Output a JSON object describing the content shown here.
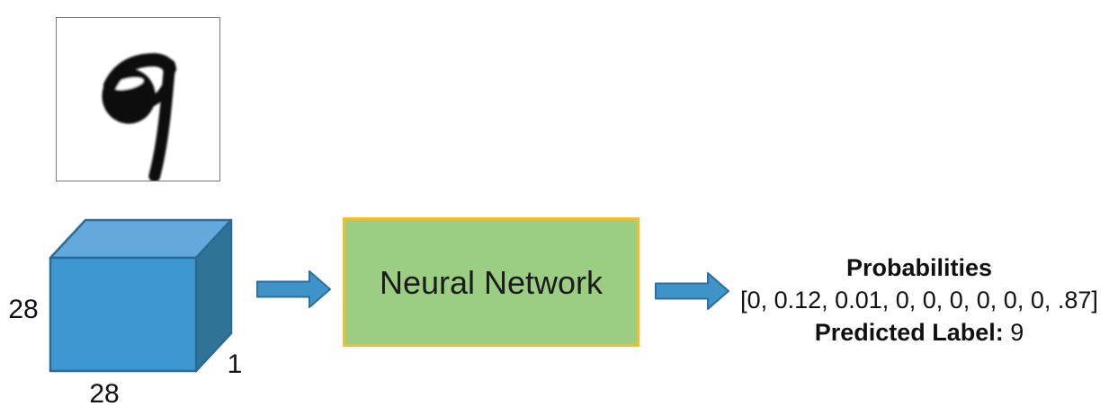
{
  "diagram": {
    "input_image": {
      "digit_value": "9"
    },
    "input_tensor": {
      "height_label": "28",
      "width_label": "28",
      "depth_label": "1"
    },
    "model": {
      "label": "Neural Network"
    },
    "output": {
      "title": "Probabilities",
      "vector": "[0, 0.12, 0.01, 0, 0, 0, 0, 0, 0, .87]",
      "predicted_label_prefix": "Predicted Label:",
      "predicted_label_value": "9"
    }
  },
  "colors": {
    "cube_front": "#3D97D0",
    "cube_top": "#63A9DB",
    "cube_right": "#2F7397",
    "cube_stroke": "#2A6B94",
    "arrow_fill": "#3E93C9",
    "arrow_stroke": "#2C6E9E",
    "box_fill": "#9BCD83",
    "box_border": "#F6BC26",
    "digit_box_border": "#7A7A7A"
  }
}
